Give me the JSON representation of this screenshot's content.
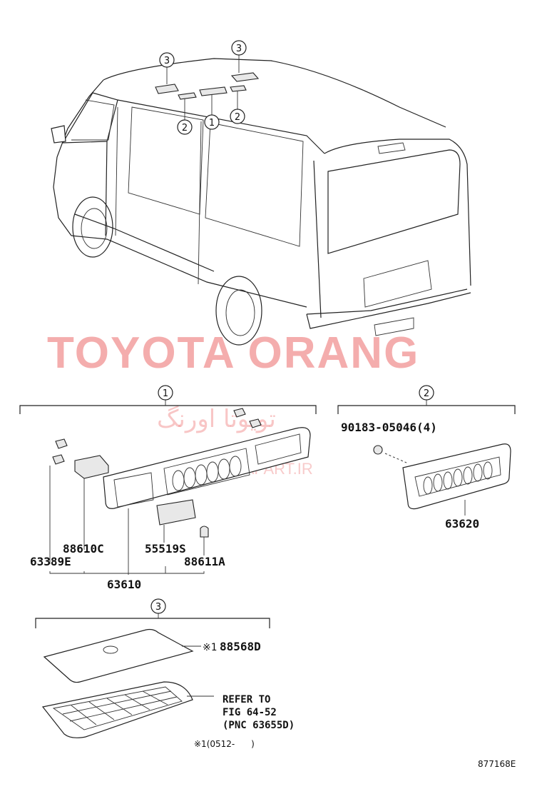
{
  "watermark": {
    "main": "TOYOTA ORANG",
    "persian": "تویوتا اورنگ",
    "url": "TOYOTAPART.IR"
  },
  "van_callouts": {
    "c1": "1",
    "c2a": "2",
    "c2b": "2",
    "c3a": "3",
    "c3b": "3"
  },
  "section1": {
    "callout": "1",
    "labels": {
      "p88610c": "88610C",
      "p63389e": "63389E",
      "p55519s": "55519S",
      "p88611a": "88611A",
      "p63610": "63610"
    }
  },
  "section2": {
    "callout": "2",
    "labels": {
      "p90183": "90183-05046(4)",
      "p63620": "63620"
    }
  },
  "section3": {
    "callout": "3",
    "labels": {
      "p88568d_mark": "※1",
      "p88568d": "88568D",
      "refer1": "REFER TO",
      "refer2": "FIG 64-52",
      "refer3": "(PNC 63655D)",
      "note": "※1(0512-      )"
    }
  },
  "diagram_code": "877168E"
}
